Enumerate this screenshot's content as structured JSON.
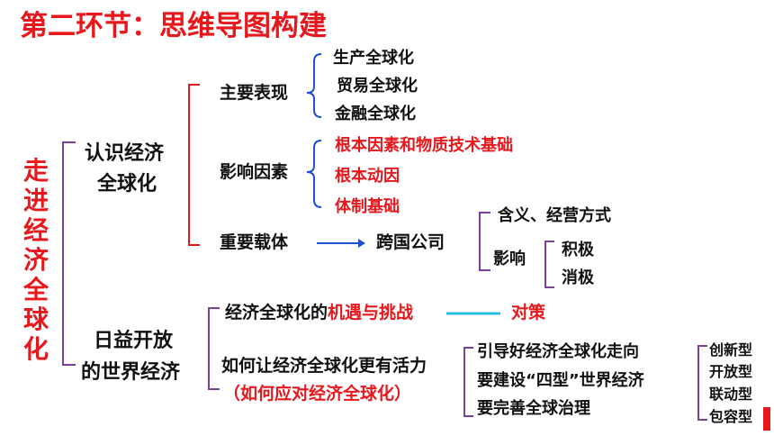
{
  "title": "第二环节：思维导图构建",
  "root": [
    "走",
    "进",
    "经",
    "济",
    "全",
    "球",
    "化"
  ],
  "section1": {
    "label_line1": "认识经济",
    "label_line2": "全球化",
    "performance": {
      "label": "主要表现",
      "items": [
        "生产全球化",
        "贸易全球化",
        "金融全球化"
      ]
    },
    "factors": {
      "label": "影响因素",
      "items": [
        "根本因素和物质技术基础",
        "根本动因",
        "体制基础"
      ]
    },
    "carrier": {
      "label": "重要载体",
      "target": "跨国公司",
      "meaning": "含义、经营方式",
      "influence": "影响",
      "influence_items": [
        "积极",
        "消极"
      ]
    }
  },
  "section2": {
    "label_line1": "日益开放",
    "label_line2": "的世界经济",
    "opportunity": {
      "prefix": "经济全球化的",
      "highlight": "机遇与挑战",
      "result": "对策"
    },
    "vitality": {
      "line1": "如何让经济全球化更有活力",
      "line2_open": "（",
      "line2_highlight": "如何应对经济全球化",
      "line2_close": "）",
      "items": [
        "引导好经济全球化走向",
        "要建设“四型”世界经济",
        "要完善全球治理"
      ],
      "types": [
        "创新型",
        "开放型",
        "联动型",
        "包容型"
      ]
    }
  },
  "colors": {
    "red": "#e8171c",
    "bracket": "#7b3f9e",
    "arrow": "#1f4fd6",
    "line": "#25c1e0"
  }
}
